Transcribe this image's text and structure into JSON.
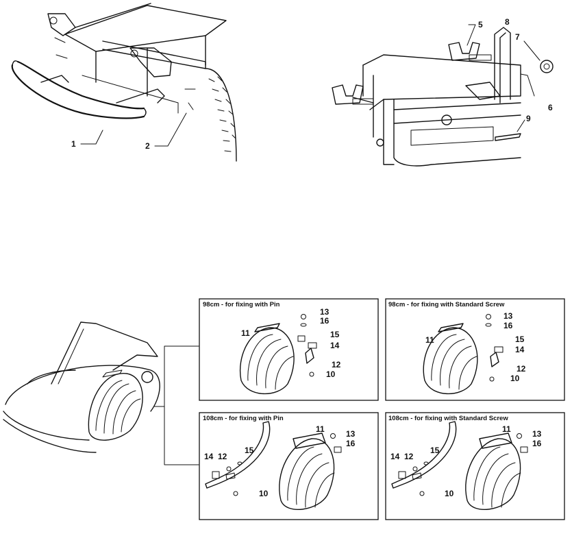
{
  "top_left": {
    "callouts": [
      "1",
      "2"
    ]
  },
  "top_right": {
    "callouts": [
      "5",
      "8",
      "7",
      "6",
      "9"
    ]
  },
  "panels": [
    {
      "title": "98cm - for fixing with Pin",
      "labels": [
        "13",
        "16",
        "11",
        "15",
        "14",
        "12",
        "10"
      ]
    },
    {
      "title": "98cm - for fixing with Standard Screw",
      "labels": [
        "13",
        "16",
        "11",
        "15",
        "14",
        "12",
        "10"
      ]
    },
    {
      "title": "108cm - for fixing with Pin",
      "labels": [
        "11",
        "13",
        "16",
        "14",
        "12",
        "15",
        "10"
      ]
    },
    {
      "title": "108cm - for fixing with Standard Screw",
      "labels": [
        "11",
        "13",
        "16",
        "14",
        "12",
        "15",
        "10"
      ]
    }
  ]
}
